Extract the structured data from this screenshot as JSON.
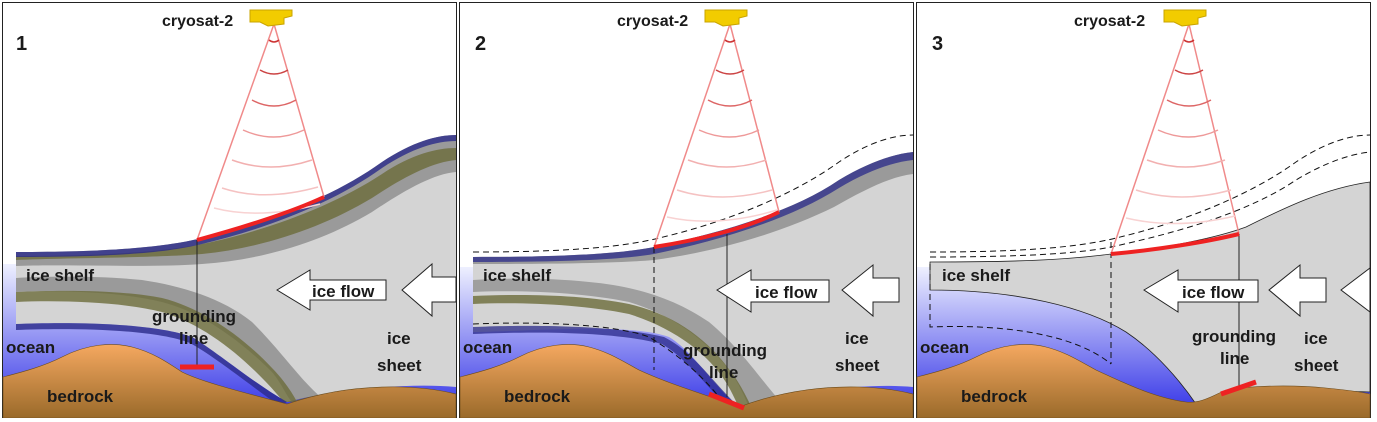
{
  "panels": [
    {
      "number": "1",
      "satellite": "cryosat-2",
      "ice_shelf": "ice shelf",
      "ice_flow": "ice flow",
      "grounding_line": [
        "grounding",
        "line"
      ],
      "ice_sheet": [
        "ice",
        "sheet"
      ],
      "ocean": "ocean",
      "bedrock": "bedrock"
    },
    {
      "number": "2",
      "satellite": "cryosat-2",
      "ice_shelf": "ice shelf",
      "ice_flow": "ice flow",
      "grounding_line": [
        "grounding",
        "line"
      ],
      "ice_sheet": [
        "ice",
        "sheet"
      ],
      "ocean": "ocean",
      "bedrock": "bedrock"
    },
    {
      "number": "3",
      "satellite": "cryosat-2",
      "ice_shelf": "ice shelf",
      "ice_flow": "ice flow",
      "grounding_line": [
        "grounding",
        "line"
      ],
      "ice_sheet": [
        "ice",
        "sheet"
      ],
      "ocean": "ocean",
      "bedrock": "bedrock"
    }
  ],
  "colors": {
    "ice": "#d4d4d4",
    "ocean_deep": "#2f2fe6",
    "ocean_light": "#eef0ff",
    "bedrock_top": "#f5a860",
    "bedrock_bottom": "#9a6a2a",
    "radar": "#f08a8a",
    "grounding_marker": "#ee2222"
  }
}
